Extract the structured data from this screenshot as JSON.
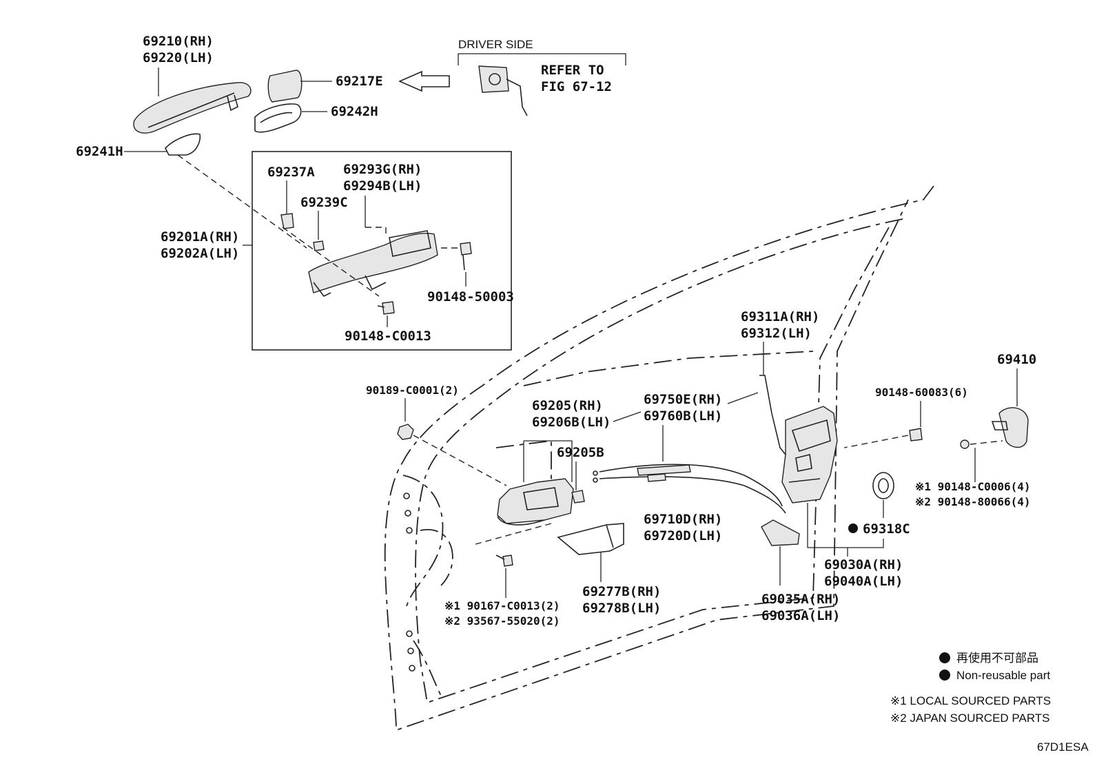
{
  "callouts": {
    "p69210": "69210(RH)",
    "p69220": "69220(LH)",
    "p69217E": "69217E",
    "p69242H": "69242H",
    "p69241H": "69241H",
    "driver_side": "DRIVER SIDE",
    "refer_to": "REFER TO",
    "fig": "FIG 67-12",
    "p69237A": "69237A",
    "p69293G": "69293G(RH)",
    "p69294B": "69294B(LH)",
    "p69239C": "69239C",
    "p69201A": "69201A(RH)",
    "p69202A": "69202A(LH)",
    "p90148_50003": "90148-50003",
    "p90148_C0013": "90148-C0013",
    "p69311A": "69311A(RH)",
    "p69312": "69312(LH)",
    "p69410": "69410",
    "p90148_60083": "90148-60083(6)",
    "p90189": "90189-C0001(2)",
    "p69205": "69205(RH)",
    "p69206B": "69206B(LH)",
    "p69750E": "69750E(RH)",
    "p69760B": "69760B(LH)",
    "p69205B": "69205B",
    "p90148_C0006": "※1 90148-C0006(4)",
    "p90148_80066": "※2 90148-80066(4)",
    "p69710D": "69710D(RH)",
    "p69720D": "69720D(LH)",
    "p69318C": "69318C",
    "p69030A": "69030A(RH)",
    "p69040A": "69040A(LH)",
    "p90167": "※1 90167-C0013(2)",
    "p93567": "※2 93567-55020(2)",
    "p69277B": "69277B(RH)",
    "p69278B": "69278B(LH)",
    "p69035A": "69035A(RH)",
    "p69036A": "69036A(LH)"
  },
  "legend": {
    "non_reusable_jp": "再使用不可部品",
    "non_reusable_en": "Non-reusable part",
    "local": "※1 LOCAL SOURCED PARTS",
    "japan": "※2 JAPAN SOURCED PARTS"
  },
  "figure_code": "67D1ESA"
}
